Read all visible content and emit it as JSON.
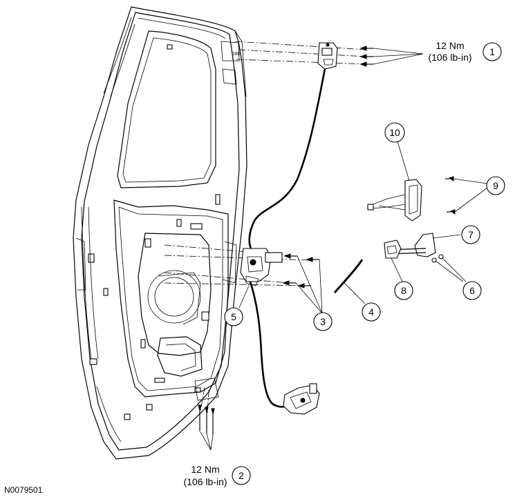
{
  "figure_id": "N0079501",
  "callouts": [
    {
      "number": "1",
      "torque_value": "12 Nm",
      "torque_value_alt": "(106 lb-in)"
    },
    {
      "number": "2",
      "torque_value": "12 Nm",
      "torque_value_alt": "(106 lb-in)"
    },
    {
      "number": "3"
    },
    {
      "number": "4"
    },
    {
      "number": "5"
    },
    {
      "number": "6"
    },
    {
      "number": "7"
    },
    {
      "number": "8"
    },
    {
      "number": "9"
    },
    {
      "number": "10"
    }
  ],
  "stamp_text": "180",
  "colors": {
    "line": "#000000",
    "background": "#ffffff"
  }
}
